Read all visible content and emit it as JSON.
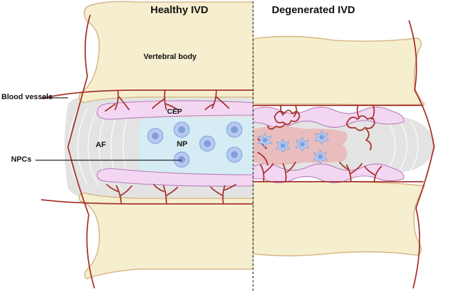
{
  "titles": {
    "healthy": "Healthy IVD",
    "degenerated": "Degenerated IVD"
  },
  "labels": {
    "vertebral_body": "Vertebral body",
    "blood_vessels": "Blood vessels",
    "cep": "CEP",
    "af": "AF",
    "np": "NP",
    "npcs": "NPCs"
  },
  "colors": {
    "bone_fill": "#f6efcf",
    "bone_stroke": "#d8b88a",
    "vessel": "#a8312c",
    "cep_fill": "#f3d7f2",
    "cep_stroke": "#b57bb4",
    "np_fill": "#d6ecf5",
    "af_fill": "#e3e3e3",
    "cell_fill": "#b7c9ef",
    "cell_nucleus": "#7f9fdc",
    "degen_np_fill": "#e9bdbd"
  }
}
